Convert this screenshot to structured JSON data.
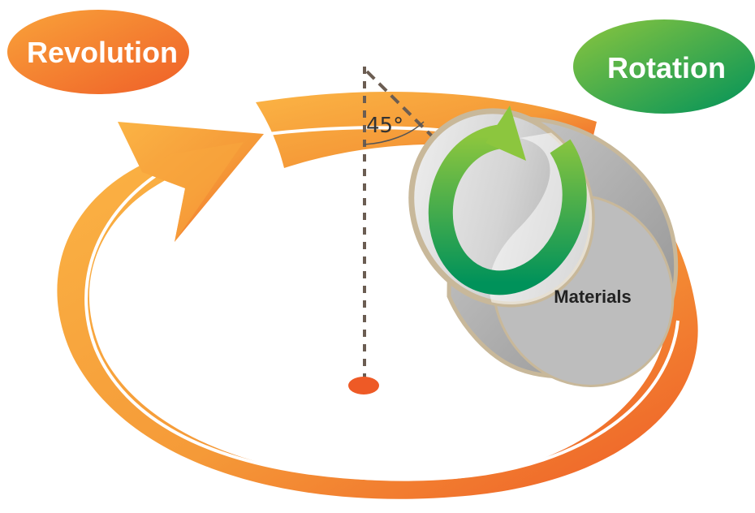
{
  "labels": {
    "revolution": "Revolution",
    "rotation": "Rotation",
    "angle": "45°",
    "materials": "Materials"
  },
  "colors": {
    "revolution_light": "#f9b040",
    "revolution_dark": "#ee5a26",
    "rotation_light": "#8cc63e",
    "rotation_dark": "#00925a",
    "axis_dash": "#6b5d52",
    "cylinder_rim": "#c8b89a"
  },
  "icons": {
    "revolution_arrow": "revolution-arrow-icon",
    "rotation_arrow": "rotation-arrow-icon",
    "center_point": "center-point-icon",
    "cylinder": "cylinder-icon"
  }
}
